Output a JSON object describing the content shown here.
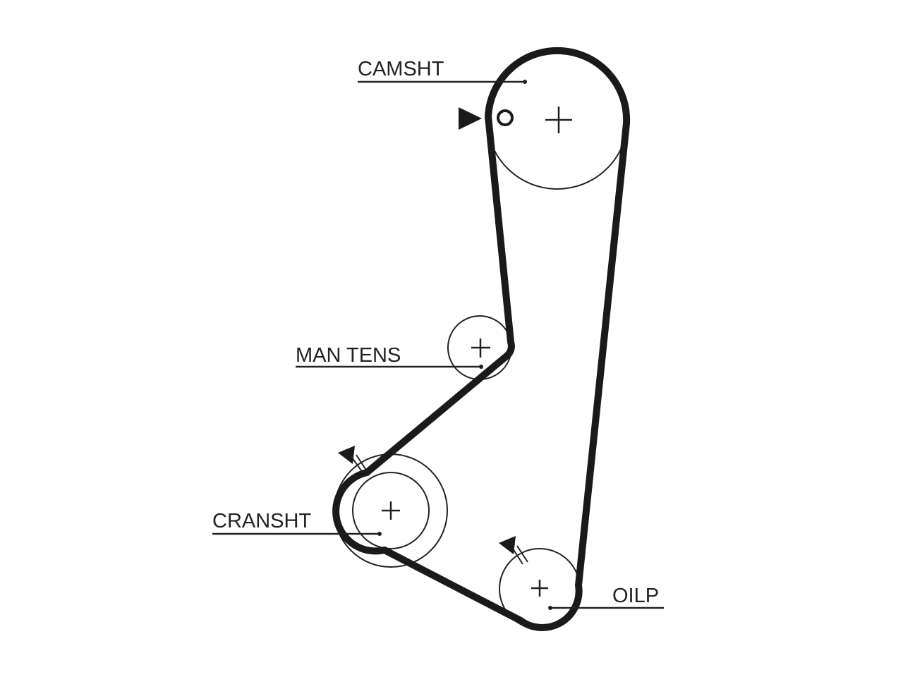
{
  "diagram": {
    "labels": {
      "camshaft": "CAMSHT",
      "manual_tensioner": "MAN TENS",
      "crankshaft": "CRANSHT",
      "oil_pump": "OILP"
    }
  }
}
